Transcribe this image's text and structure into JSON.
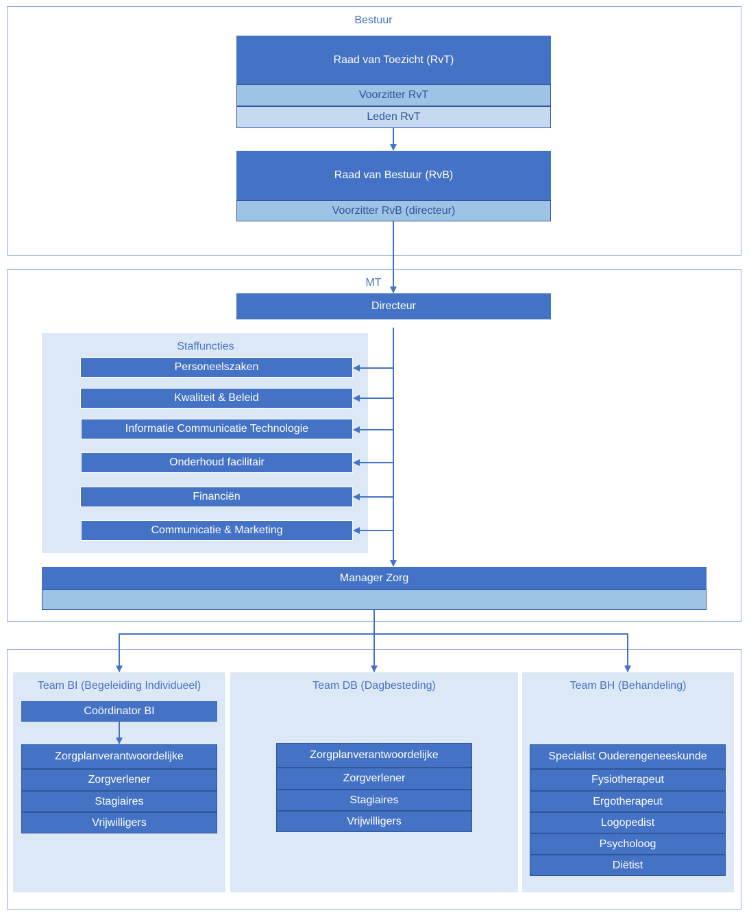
{
  "sections": {
    "bestuur": "Bestuur",
    "mt": "MT",
    "staffuncties": "Staffuncties"
  },
  "rvt": {
    "title": "Raad van Toezicht (RvT)",
    "chair": "Voorzitter RvT",
    "members": "Leden RvT"
  },
  "rvb": {
    "title": "Raad van Bestuur (RvB)",
    "chair": "Voorzitter RvB (directeur)"
  },
  "director": "Directeur",
  "staff": [
    "Personeelszaken",
    "Kwaliteit & Beleid",
    "Informatie  Communicatie Technologie",
    "Onderhoud facilitair",
    "Financiën",
    "Communicatie & Marketing"
  ],
  "manager": "Manager Zorg",
  "teams": {
    "bi": {
      "title": "Team BI (Begeleiding Individueel)",
      "coordinator": "Coördinator BI",
      "roles": [
        "Zorgplanverantwoordelijke",
        "Zorgverlener",
        "Stagiaires",
        "Vrijwilligers"
      ]
    },
    "db": {
      "title": "Team DB (Dagbesteding)",
      "roles": [
        "Zorgplanverantwoordelijke",
        "Zorgverlener",
        "Stagiaires",
        "Vrijwilligers"
      ]
    },
    "bh": {
      "title": "Team BH (Behandeling)",
      "roles": [
        "Specialist Ouderengeneeskunde",
        "Fysiotherapeut",
        "Ergotherapeut",
        "Logopedist",
        "Psycholoog",
        "Diëtist"
      ]
    }
  },
  "colors": {
    "primary": "#4472c4",
    "mid": "#9dc3e6",
    "light": "#c5d9f1",
    "panel": "#dde8f6",
    "frame": "#8faadc",
    "text_dark": "#2f5597"
  }
}
